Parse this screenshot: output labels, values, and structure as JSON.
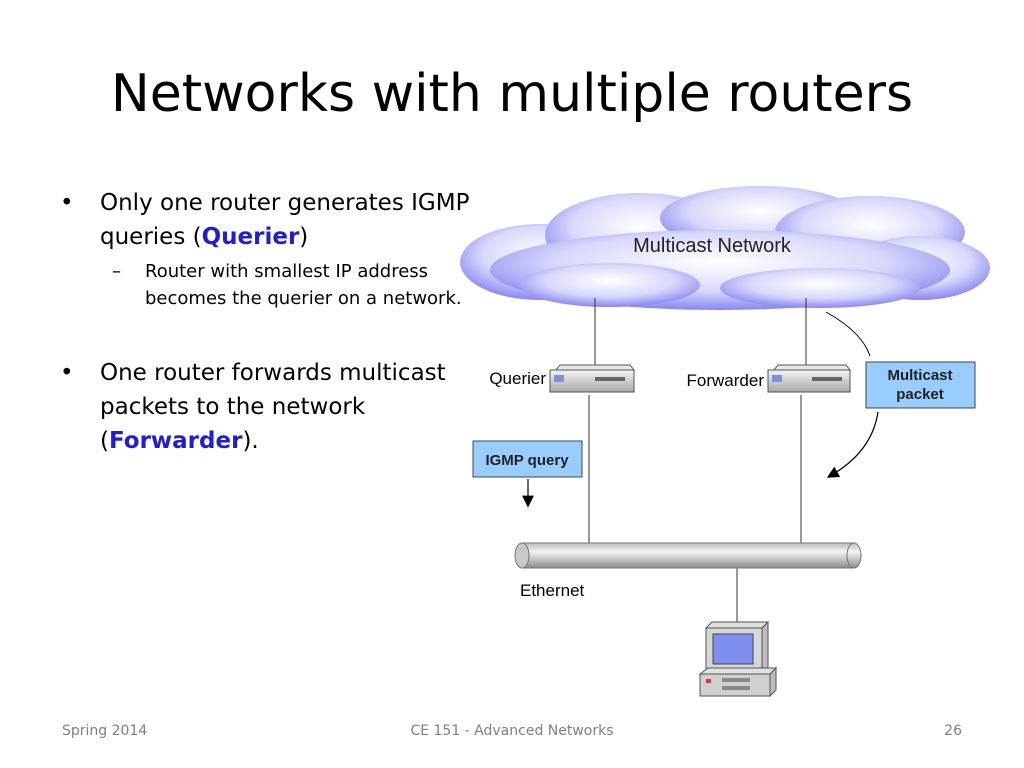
{
  "slide": {
    "title": "Networks with multiple routers",
    "bullet1": {
      "pre": "Only one router generates IGMP queries (",
      "hl": "Querier",
      "post": ")"
    },
    "sub1": "Router with smallest IP address becomes the querier on a network.",
    "bullet2": {
      "pre": "One router forwards multicast packets to the network (",
      "hl": "Forwarder",
      "post": ")."
    }
  },
  "diagram": {
    "cloud_label": "Multicast Network",
    "querier_label": "Querier",
    "forwarder_label": "Forwarder",
    "multicast_packet_line1": "Multicast",
    "multicast_packet_line2": "packet",
    "igmp_query_label": "IGMP query",
    "ethernet_label": "Ethernet",
    "colors": {
      "cloud": "#6f6ff2",
      "callout_fill": "#99ccff",
      "highlight": "#1f1fcf"
    }
  },
  "footer": {
    "left": "Spring 2014",
    "center": "CE 151 - Advanced Networks",
    "page": "26"
  }
}
